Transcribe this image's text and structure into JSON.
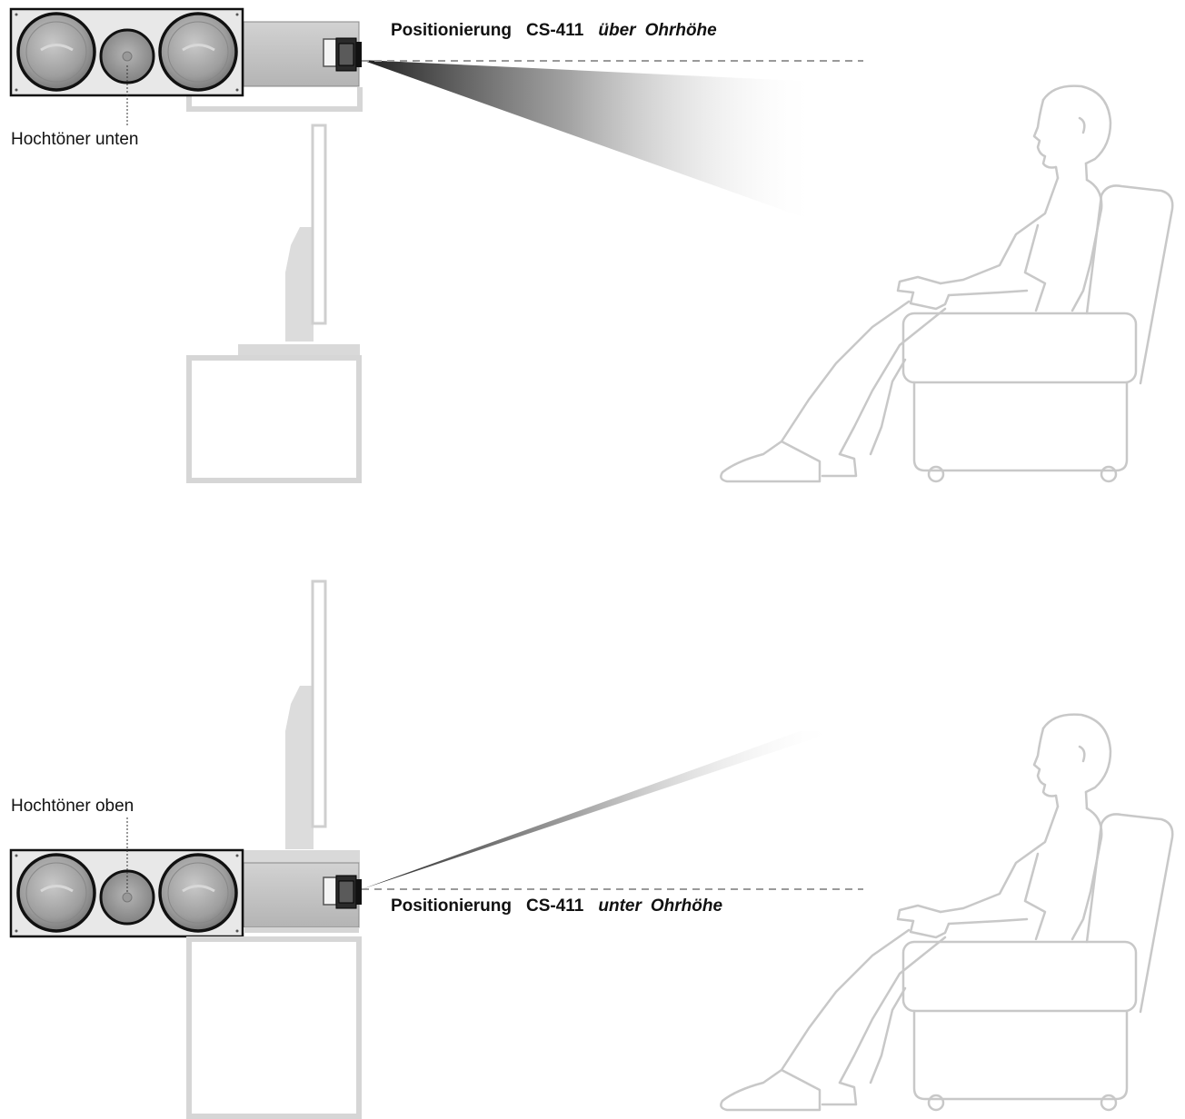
{
  "top": {
    "title": {
      "part1": "Positionierung",
      "part2": "CS-411",
      "part3": "über",
      "part4": "Ohrhöhe"
    },
    "tweeter_label": "Hochtöner unten"
  },
  "bottom": {
    "title": {
      "part1": "Positionierung",
      "part2": "CS-411",
      "part3": "unter",
      "part4": "Ohrhöhe"
    },
    "tweeter_label": "Hochtöner oben"
  },
  "colors": {
    "outline": "#c8c8c8",
    "furniture": "#d6d6d6",
    "speaker_frame": "#111111",
    "beam_dark": "#222222"
  }
}
